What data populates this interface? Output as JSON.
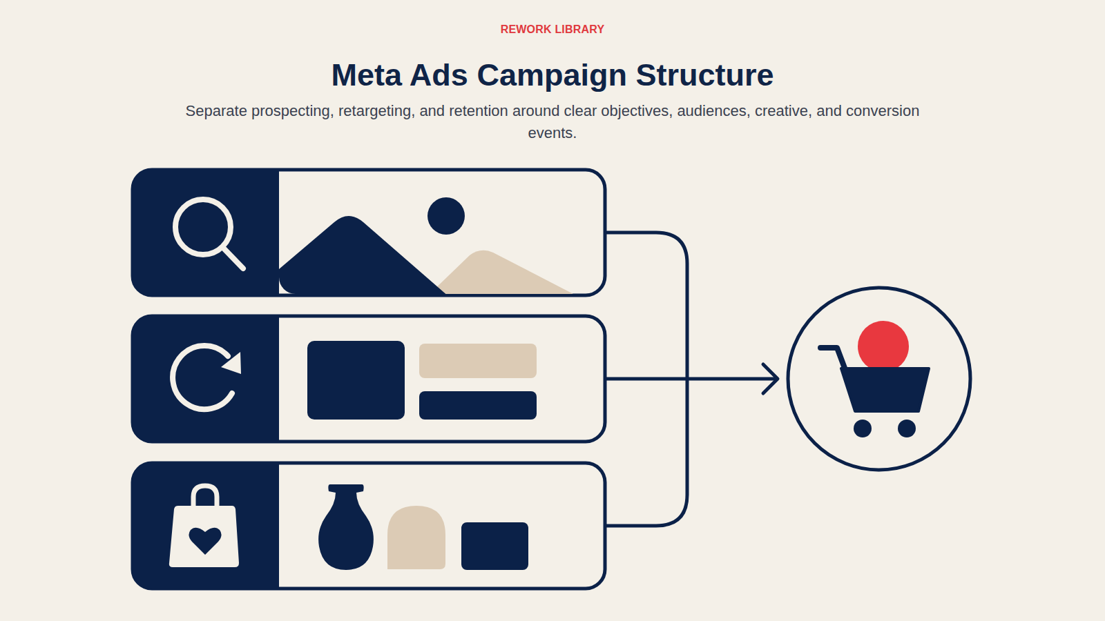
{
  "diagram": {
    "title": "Meta Ads Campaign Structure",
    "caption": "Separate prospecting, retargeting, and retention around clear objectives, audiences, creative, and conversion events.",
    "labels": [
      "REWORK LIBRARY"
    ]
  }
}
